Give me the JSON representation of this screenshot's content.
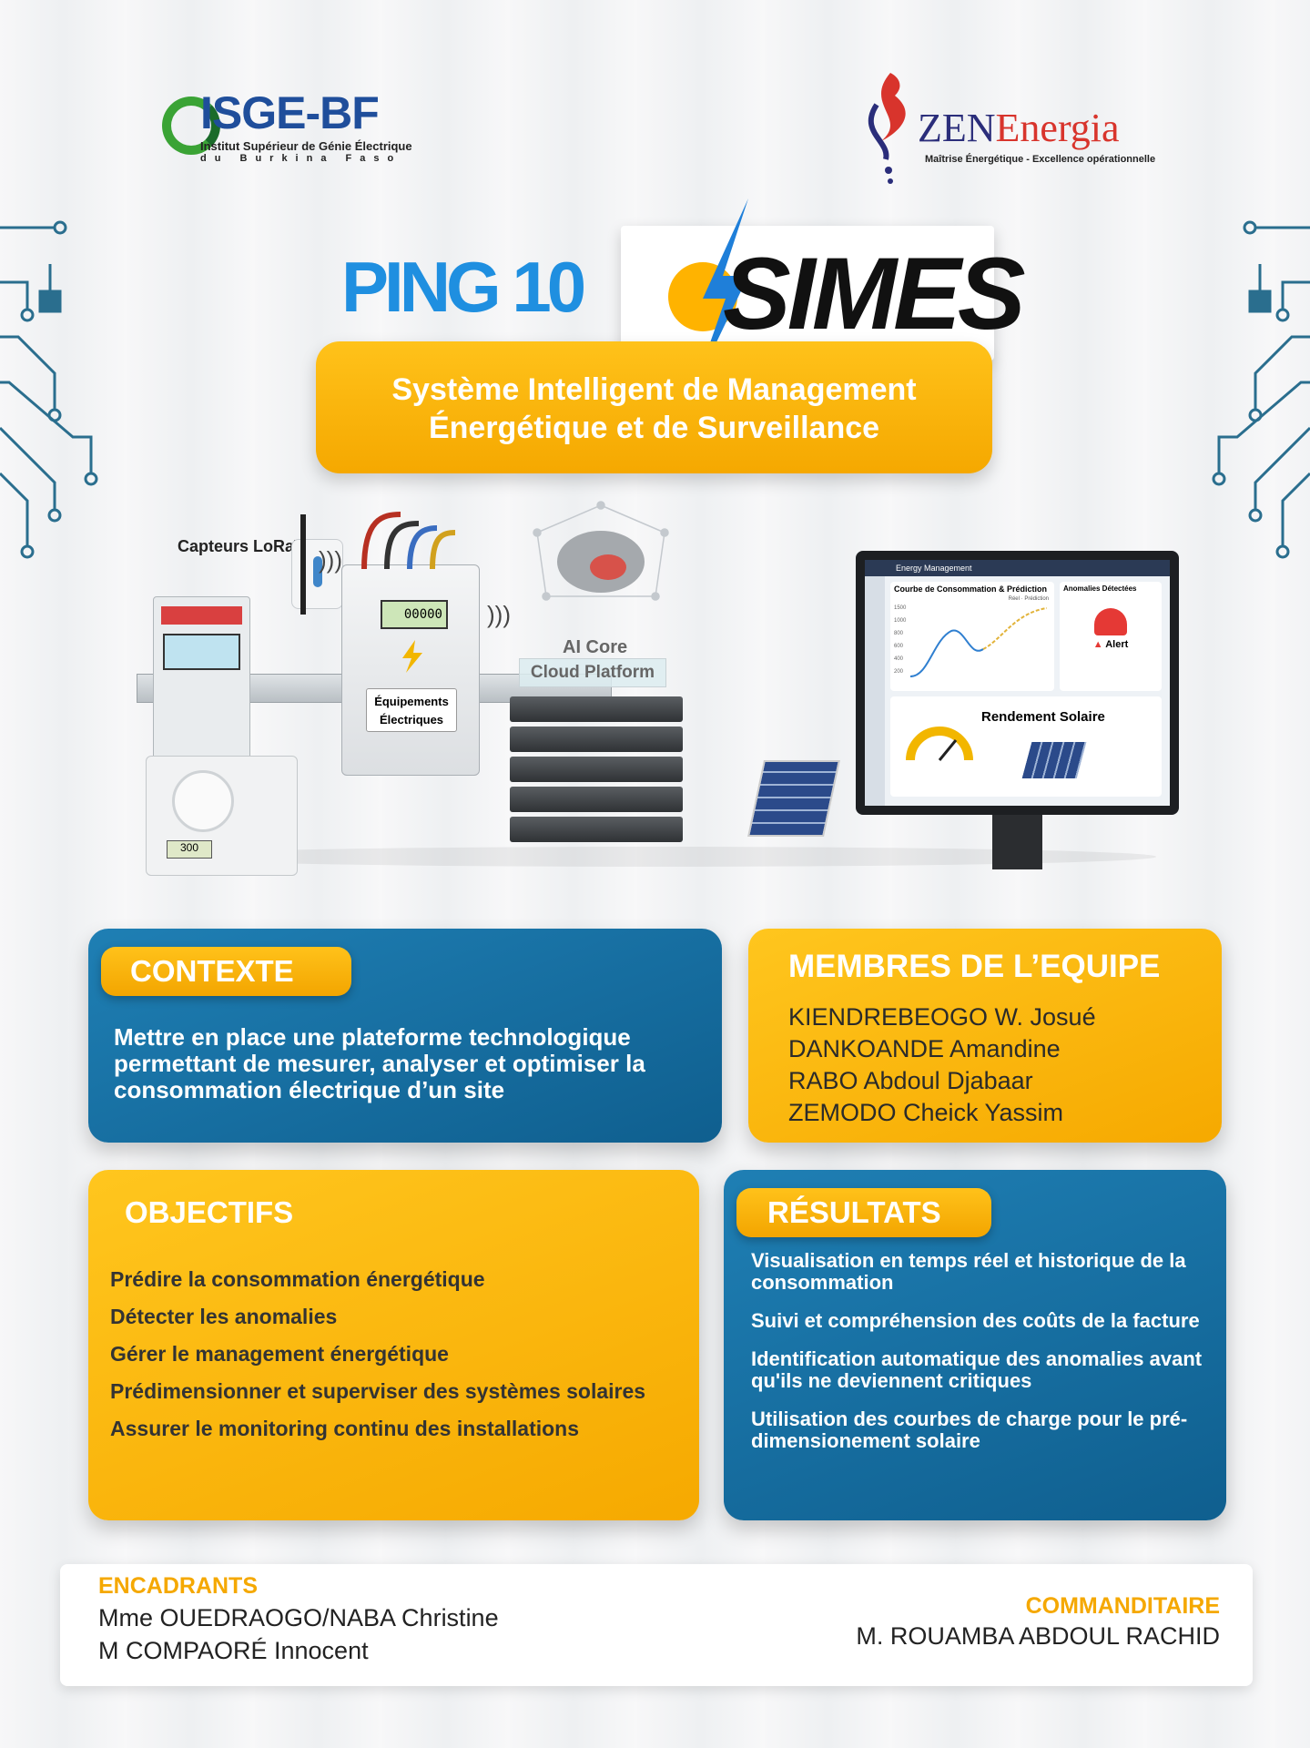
{
  "logos": {
    "isge": {
      "name": "ISGE-BF",
      "subtitle": "Institut Supérieur de Génie Électrique",
      "subtitle2": "du Burkina Faso"
    },
    "zen": {
      "name_part1": "ZEN",
      "name_part2": "Energia",
      "tagline": "Maîtrise Énergétique - Excellence opérationnelle"
    }
  },
  "title": {
    "ping": "PING 10",
    "brand": "SIMES"
  },
  "subtitle": {
    "line1": "Système Intelligent de Management",
    "line2": "Énergétique et de Surveillance"
  },
  "illustration": {
    "sensors_label": "Capteurs LoRaWAN",
    "equipment_label_1": "Équipements",
    "equipment_label_2": "Électriques",
    "meter_value": "00000",
    "socket_meter": "300",
    "ai_core": "AI Core",
    "cloud_platform": "Cloud Platform",
    "dashboard": {
      "header": "Energy Management",
      "chart_title": "Courbe de Consommation & Prédiction",
      "legend_real": "Réel",
      "legend_pred": "Prédiction",
      "y_ticks": [
        "1500",
        "1000",
        "800",
        "600",
        "400",
        "200"
      ],
      "anomalies_title": "Anomalies Détectées",
      "alert": "Alert",
      "solar_title": "Rendement Solaire"
    }
  },
  "contexte": {
    "heading": "CONTEXTE",
    "text": "Mettre en place une plateforme technologique permettant de mesurer, analyser et optimiser la consommation électrique d’un site"
  },
  "membres": {
    "heading": "MEMBRES DE L’EQUIPE",
    "names": [
      "KIENDREBEOGO W. Josué",
      "DANKOANDE Amandine",
      "RABO Abdoul Djabaar",
      "ZEMODO Cheick Yassim"
    ]
  },
  "objectifs": {
    "heading": "OBJECTIFS",
    "items": [
      "Prédire la consommation énergétique",
      "Détecter les anomalies",
      "Gérer le management énergétique",
      "Prédimensionner et superviser des systèmes solaires",
      "Assurer le monitoring continu des installations"
    ]
  },
  "resultats": {
    "heading": "RÉSULTATS",
    "items": [
      "Visualisation en temps réel et historique de la consommation",
      "Suivi et compréhension des coûts de la facture",
      "Identification automatique des anomalies avant qu'ils ne deviennent critiques",
      "Utilisation des courbes de charge pour le pré-dimensionement solaire"
    ]
  },
  "encadrants": {
    "heading": "ENCADRANTS",
    "names": [
      "Mme OUEDRAOGO/NABA Christine",
      "M COMPAORÉ Innocent"
    ]
  },
  "commanditaire": {
    "heading": "COMMANDITAIRE",
    "name": "M. ROUAMBA ABDOUL RACHID"
  },
  "colors": {
    "blue": "#1f7fb4",
    "yellow": "#f6a900",
    "ping_blue": "#1f8fe0",
    "zen_red": "#d8342c"
  }
}
